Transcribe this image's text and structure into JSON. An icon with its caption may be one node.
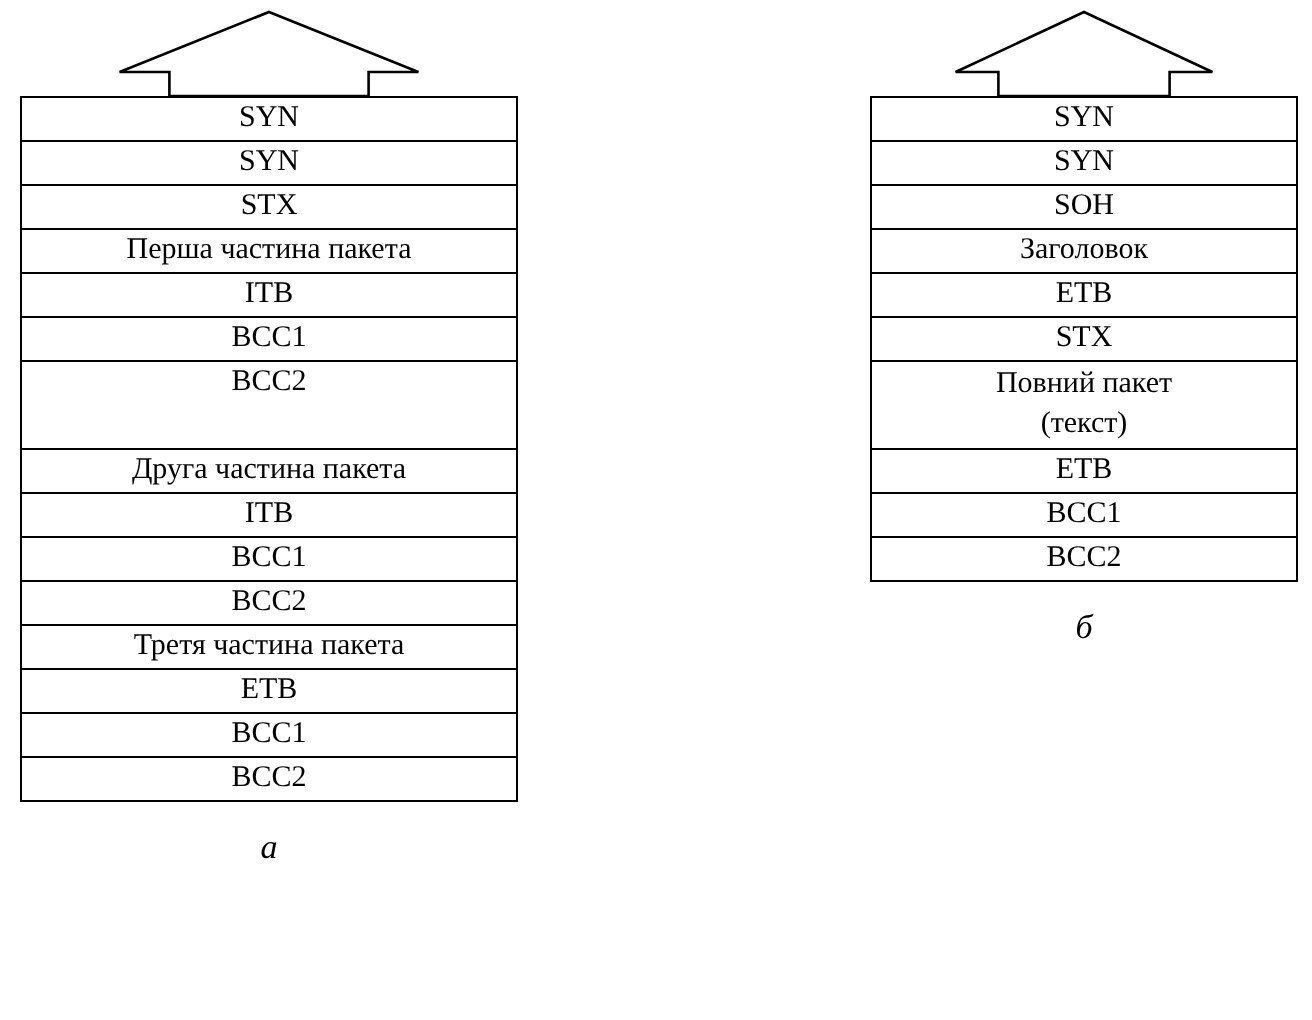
{
  "diagram": {
    "nodes": [
      {
        "text": [
          "SYN"
        ]
      },
      {
        "text": [
          "SYN"
        ]
      },
      {
        "text": [
          "STX"
        ]
      },
      {
        "text": [
          "Перша частина пакета"
        ]
      },
      {
        "text": [
          "ITB"
        ]
      },
      {
        "text": [
          "BCC1"
        ]
      },
      {
        "text": [
          "BCC2"
        ]
      },
      {
        "text": [
          "Друга частина пакета"
        ]
      },
      {
        "text": [
          "ITB"
        ]
      },
      {
        "text": [
          "BCC1"
        ]
      },
      {
        "text": [
          "BCC2"
        ]
      },
      {
        "text": [
          "Третя частина пакета"
        ]
      },
      {
        "text": [
          "ETB"
        ]
      },
      {
        "text": [
          "BCC1"
        ]
      },
      {
        "text": [
          "BCC2"
        ]
      },
      {
        "text": [
          "SYN"
        ]
      },
      {
        "text": [
          "SYN"
        ]
      },
      {
        "text": [
          "SOH"
        ]
      },
      {
        "text": [
          "Заголовок"
        ]
      },
      {
        "text": [
          "ETB"
        ]
      },
      {
        "text": [
          "STX"
        ]
      },
      {
        "text": [
          "Повний пакет (текст)"
        ]
      },
      {
        "text": [
          "ETB"
        ]
      },
      {
        "text": [
          "BCC1"
        ]
      },
      {
        "text": [
          "BCC2"
        ]
      }
    ],
    "labels": [
      "а",
      "б"
    ]
  }
}
